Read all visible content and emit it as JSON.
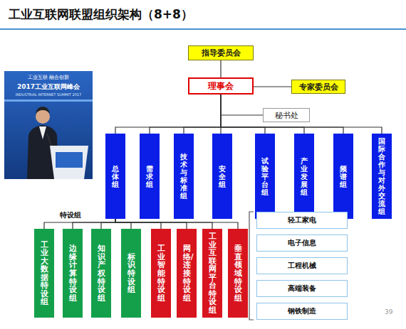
{
  "diagram": {
    "title": "工业互联网联盟组织架构（8+8）",
    "nodes": [
      {
        "text": [
          "指导委员会"
        ]
      },
      {
        "text": [
          "理事会"
        ]
      },
      {
        "text": [
          "专家委员会"
        ]
      },
      {
        "text": [
          "秘书处"
        ]
      },
      {
        "text": [
          "总体组"
        ]
      },
      {
        "text": [
          "需求组"
        ]
      },
      {
        "text": [
          "技术与标准组"
        ]
      },
      {
        "text": [
          "安全组"
        ]
      },
      {
        "text": [
          "试验平台组"
        ]
      },
      {
        "text": [
          "产业发展组"
        ]
      },
      {
        "text": [
          "频谱组"
        ]
      },
      {
        "text": [
          "国际合作与对外交流组"
        ]
      },
      {
        "text": [
          "工业大数据特设组"
        ]
      },
      {
        "text": [
          "边缘计算特设组"
        ]
      },
      {
        "text": [
          "知识产权特设组"
        ]
      },
      {
        "text": [
          "标识特设组"
        ]
      },
      {
        "text": [
          "工业智能特设组"
        ]
      },
      {
        "text": [
          "网络/连接特设组"
        ]
      },
      {
        "text": [
          "工业互联网平台特设组"
        ]
      },
      {
        "text": [
          "垂直领域特设组"
        ]
      },
      {
        "text": [
          "轻工家电"
        ]
      },
      {
        "text": [
          "电子信息"
        ]
      },
      {
        "text": [
          "工程机械"
        ]
      },
      {
        "text": [
          "高端装备"
        ]
      },
      {
        "text": [
          "钢铁制造"
        ]
      }
    ],
    "edges": [
      {
        "from": 0,
        "to": 1,
        "arrow": "none"
      },
      {
        "from": 1,
        "to": 2,
        "arrow": "none"
      },
      {
        "from": 1,
        "to": 3,
        "arrow": "none"
      },
      {
        "from": 1,
        "to": 4,
        "arrow": "none"
      },
      {
        "from": 1,
        "to": 5,
        "arrow": "none"
      },
      {
        "from": 1,
        "to": 6,
        "arrow": "none"
      },
      {
        "from": 1,
        "to": 7,
        "arrow": "none"
      },
      {
        "from": 1,
        "to": 8,
        "arrow": "none"
      },
      {
        "from": 1,
        "to": 9,
        "arrow": "none"
      },
      {
        "from": 1,
        "to": 10,
        "arrow": "none"
      },
      {
        "from": 1,
        "to": 11,
        "arrow": "none"
      },
      {
        "from": 4,
        "to": 12,
        "arrow": "none"
      },
      {
        "from": 4,
        "to": 13,
        "arrow": "none"
      },
      {
        "from": 4,
        "to": 14,
        "arrow": "none"
      },
      {
        "from": 4,
        "to": 15,
        "arrow": "none"
      },
      {
        "from": 4,
        "to": 16,
        "arrow": "none"
      },
      {
        "from": 4,
        "to": 17,
        "arrow": "none"
      },
      {
        "from": 4,
        "to": 18,
        "arrow": "none"
      },
      {
        "from": 4,
        "to": 19,
        "arrow": "none"
      }
    ],
    "labels": [
      "特设组",
      "工业互联 融合创新",
      "2017工业互联网峰会",
      "INDUSTRIAL INTERNET SUMMIT 2017",
      "39"
    ]
  }
}
